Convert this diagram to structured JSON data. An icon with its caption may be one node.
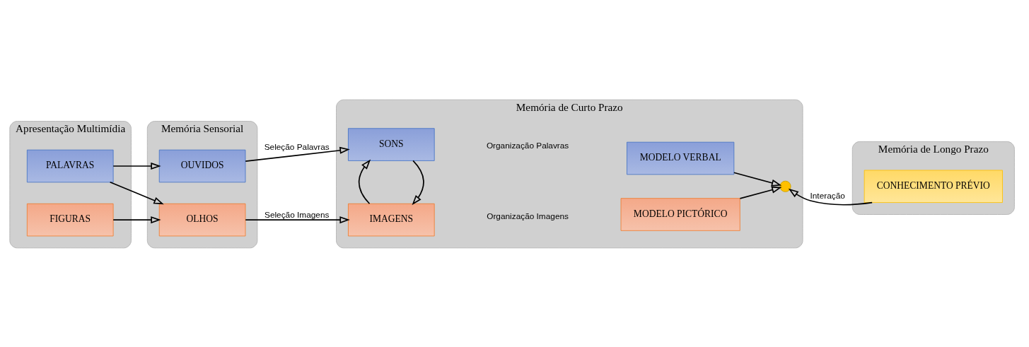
{
  "diagram": {
    "nodes": [
      {
        "text": [
          "Apresentação Multimídia"
        ]
      },
      {
        "text": [
          "PALAVRAS"
        ],
        "in": 0
      },
      {
        "text": [
          "FIGURAS"
        ],
        "in": 0
      },
      {
        "text": [
          "Memória Sensorial"
        ]
      },
      {
        "text": [
          "OUVIDOS"
        ],
        "in": 3
      },
      {
        "text": [
          "OLHOS"
        ],
        "in": 3
      },
      {
        "text": [
          "Memória de Curto Prazo"
        ]
      },
      {
        "text": [
          "SONS"
        ],
        "in": 6
      },
      {
        "text": [
          "IMAGENS"
        ],
        "in": 6
      },
      {
        "text": [
          "MODELO VERBAL"
        ],
        "in": 6
      },
      {
        "text": [
          "MODELO PICTÓRICO"
        ],
        "in": 6
      },
      {
        "text": [],
        "shape": "circle",
        "in": 6
      },
      {
        "text": [
          "Memória de Longo Prazo"
        ]
      },
      {
        "text": [
          "CONHECIMENTO PRÉVIO"
        ],
        "in": 12
      }
    ],
    "edges": [
      {
        "from": 1,
        "to": 4,
        "arrow": "to"
      },
      {
        "from": 1,
        "to": 5,
        "arrow": "to"
      },
      {
        "from": 2,
        "to": 5,
        "arrow": "to"
      },
      {
        "from": 4,
        "to": 7,
        "arrow": "to",
        "label": "Seleção Palavras"
      },
      {
        "from": 5,
        "to": 8,
        "arrow": "to",
        "label": "Seleção Imagens"
      },
      {
        "from": 7,
        "to": 8,
        "arrow": "to"
      },
      {
        "from": 8,
        "to": 7,
        "arrow": "to"
      },
      {
        "from": 9,
        "to": 11,
        "arrow": "to"
      },
      {
        "from": 10,
        "to": 11,
        "arrow": "to"
      },
      {
        "from": 13,
        "to": 11,
        "arrow": "to",
        "label": "Interação"
      }
    ],
    "labels": [
      "Organização Palavras",
      "Organização Imagens"
    ]
  }
}
